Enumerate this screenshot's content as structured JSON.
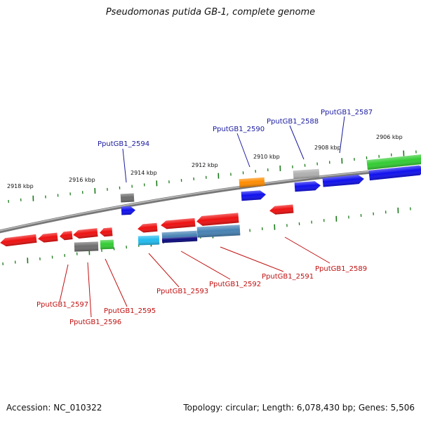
{
  "title": "Pseudomonas putida GB-1, complete genome",
  "footer": {
    "accession": "Accession: NC_010322",
    "summary": "Topology: circular; Length: 6,078,430 bp; Genes: 5,506"
  },
  "colors": {
    "backbone": "#8a8a8a",
    "tick": "#1a7a1a",
    "label_top": "#1a1aa0",
    "label_bottom": "#c01010",
    "red": "#ee1111",
    "blue": "#1010ee",
    "gray": "#6e6e6e",
    "lightgray": "#b0b0b0",
    "green": "#33cc33",
    "orange": "#ff8c00",
    "cyan": "#22bbee",
    "steel": "#4682b4",
    "navy": "#0a0a80"
  },
  "axis": {
    "ticks": [
      {
        "label": "2918 kbp"
      },
      {
        "label": "2916 kbp"
      },
      {
        "label": "2914 kbp"
      },
      {
        "label": "2912 kbp"
      },
      {
        "label": "2910 kbp"
      },
      {
        "label": "2908 kbp"
      },
      {
        "label": "2906 kbp"
      }
    ]
  },
  "gene_labels_top": [
    {
      "name": "PputGB1_2594"
    },
    {
      "name": "PputGB1_2590"
    },
    {
      "name": "PputGB1_2588"
    },
    {
      "name": "PputGB1_2587"
    }
  ],
  "gene_labels_bottom": [
    {
      "name": "PputGB1_2597"
    },
    {
      "name": "PputGB1_2596"
    },
    {
      "name": "PputGB1_2595"
    },
    {
      "name": "PputGB1_2593"
    },
    {
      "name": "PputGB1_2592"
    },
    {
      "name": "PputGB1_2591"
    },
    {
      "name": "PputGB1_2589"
    }
  ]
}
